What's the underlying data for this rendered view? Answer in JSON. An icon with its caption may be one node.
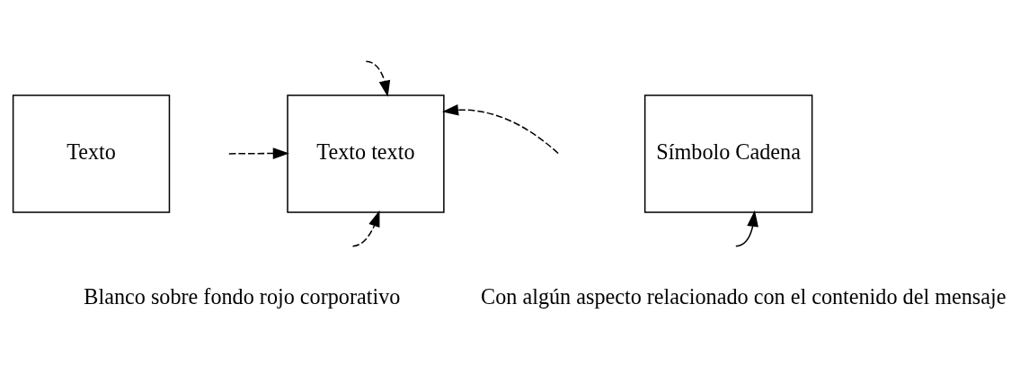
{
  "diagram": {
    "nodes": [
      {
        "text": [
          "Texto"
        ]
      },
      {
        "text": [
          "Texto texto"
        ]
      },
      {
        "text": [
          "Símbolo Cadena"
        ]
      }
    ],
    "edges": [
      {
        "from": null,
        "to": 1,
        "arrow": "to",
        "style": "dashed"
      },
      {
        "from": null,
        "to": 1,
        "arrow": "to",
        "style": "dashed"
      },
      {
        "from": null,
        "to": 1,
        "arrow": "to",
        "style": "dashed"
      },
      {
        "from": null,
        "to": 1,
        "arrow": "to",
        "style": "dashed"
      },
      {
        "from": null,
        "to": 2,
        "arrow": "to"
      }
    ],
    "labels": [
      "Blanco sobre fondo rojo corporativo",
      "Con algún aspecto relacionado con el contenido del mensaje"
    ]
  }
}
